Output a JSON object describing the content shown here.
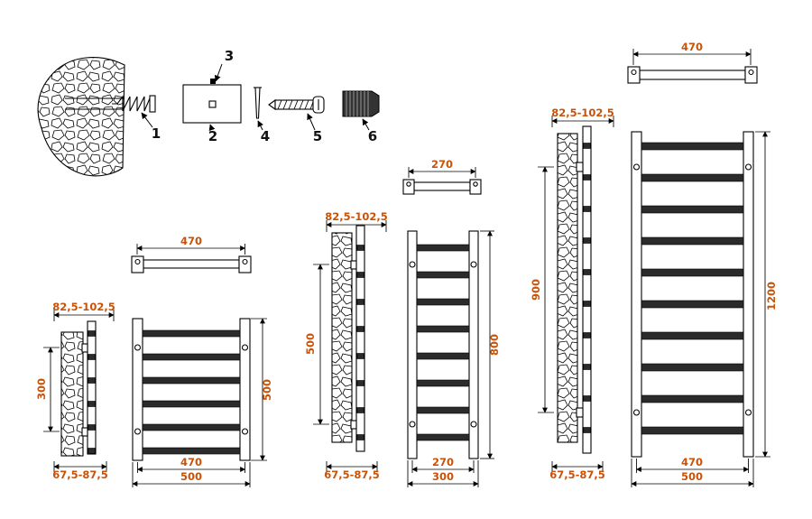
{
  "colors": {
    "dimension": "#c85208",
    "line": "#000000",
    "background": "#ffffff"
  },
  "hardware": {
    "parts": [
      "1",
      "2",
      "3",
      "4",
      "5",
      "6"
    ]
  },
  "models": [
    {
      "id": "small",
      "top_span": "470",
      "wall_offset": "82,5-102,5",
      "bracket_spacing": "300",
      "bottom_offset": "67,5-87,5",
      "height": "500",
      "width_inner": "470",
      "width_outer": "500",
      "rungs": 6
    },
    {
      "id": "medium",
      "top_span": "270",
      "wall_offset": "82,5-102,5",
      "bracket_spacing": "500",
      "bottom_offset": "67,5-87,5",
      "height": "800",
      "width_inner": "270",
      "width_outer": "300",
      "rungs": 8
    },
    {
      "id": "large",
      "top_span": "470",
      "wall_offset": "82,5-102,5",
      "bracket_spacing": "900",
      "bottom_offset": "67,5-87,5",
      "height": "1200",
      "width_inner": "470",
      "width_outer": "500",
      "rungs": 10
    }
  ]
}
